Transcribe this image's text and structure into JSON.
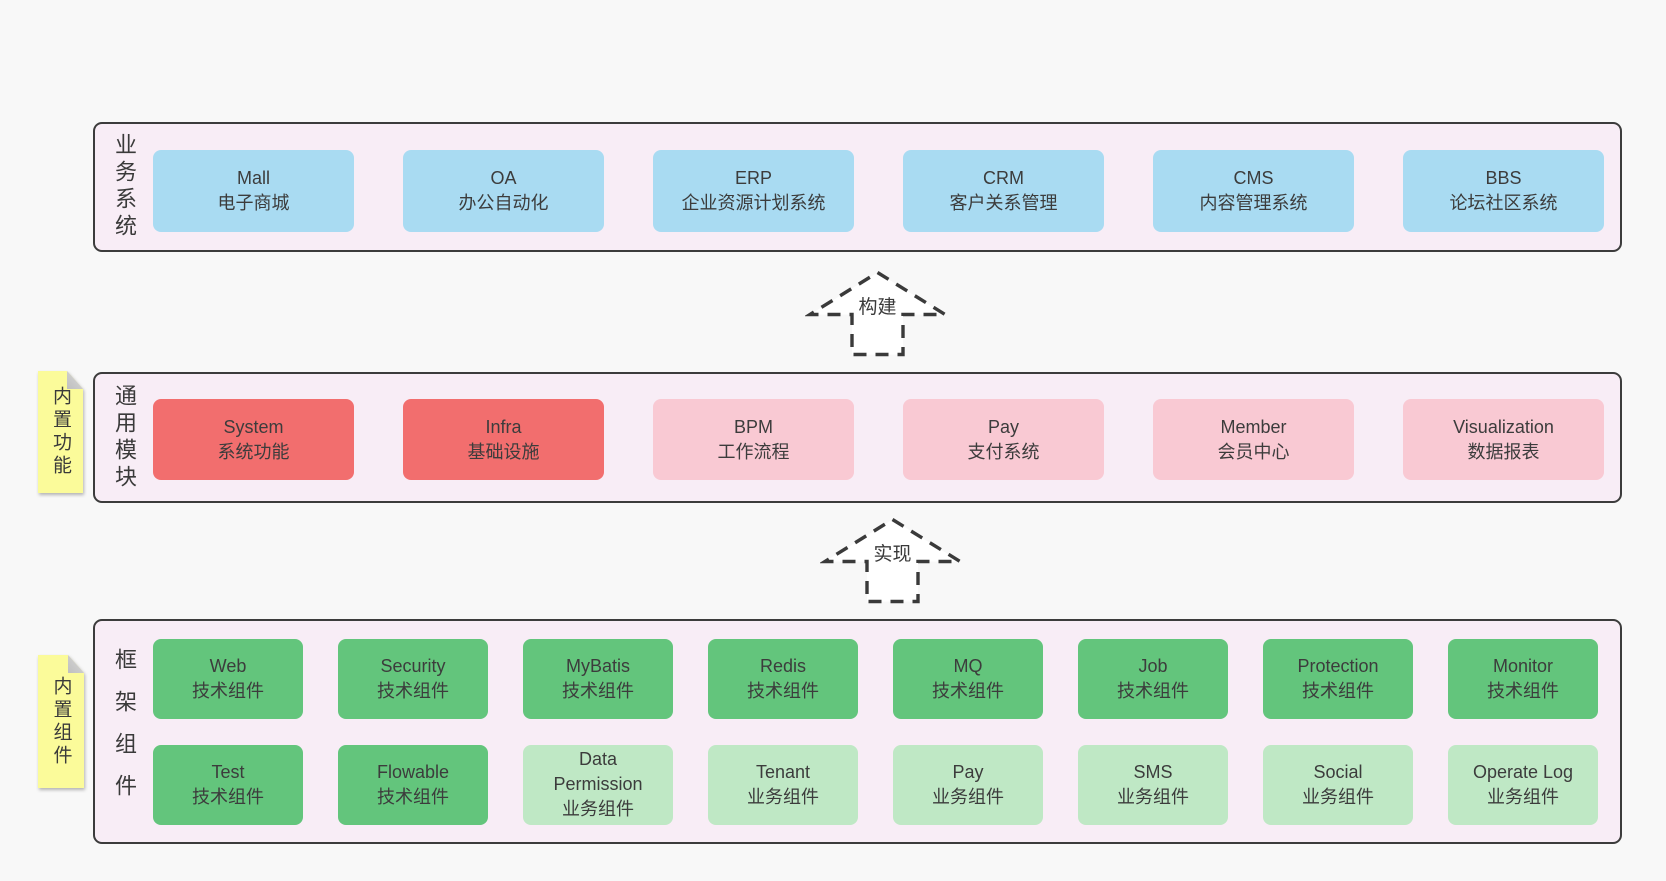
{
  "colors": {
    "page_background": "#f8f8f8",
    "panel_background": "#f8edf6",
    "panel_border": "#3c3c3c",
    "blue_box": "#a9dbf2",
    "red_box": "#f26e6e",
    "pink_box": "#f9c9d3",
    "green_dark_box": "#63c57c",
    "green_light_box": "#bfe8c5",
    "note_yellow": "#fbfb9a",
    "note_fold": "#c4c4c4",
    "text": "#3c3c3c"
  },
  "sections": {
    "business": {
      "label": "业务系统",
      "boxes": [
        {
          "en": "Mall",
          "zh": "电子商城"
        },
        {
          "en": "OA",
          "zh": "办公自动化"
        },
        {
          "en": "ERP",
          "zh": "企业资源计划系统"
        },
        {
          "en": "CRM",
          "zh": "客户关系管理"
        },
        {
          "en": "CMS",
          "zh": "内容管理系统"
        },
        {
          "en": "BBS",
          "zh": "论坛社区系统"
        }
      ]
    },
    "modules": {
      "label": "通用模块",
      "note": "内置功能",
      "boxes": [
        {
          "en": "System",
          "zh": "系统功能",
          "variant": "red"
        },
        {
          "en": "Infra",
          "zh": "基础设施",
          "variant": "red"
        },
        {
          "en": "BPM",
          "zh": "工作流程",
          "variant": "pink"
        },
        {
          "en": "Pay",
          "zh": "支付系统",
          "variant": "pink"
        },
        {
          "en": "Member",
          "zh": "会员中心",
          "variant": "pink"
        },
        {
          "en": "Visualization",
          "zh": "数据报表",
          "variant": "pink"
        }
      ]
    },
    "framework": {
      "label": "框架组件",
      "note": "内置组件",
      "rows": [
        [
          {
            "en": "Web",
            "zh": "技术组件",
            "variant": "green-dark"
          },
          {
            "en": "Security",
            "zh": "技术组件",
            "variant": "green-dark"
          },
          {
            "en": "MyBatis",
            "zh": "技术组件",
            "variant": "green-dark"
          },
          {
            "en": "Redis",
            "zh": "技术组件",
            "variant": "green-dark"
          },
          {
            "en": "MQ",
            "zh": "技术组件",
            "variant": "green-dark"
          },
          {
            "en": "Job",
            "zh": "技术组件",
            "variant": "green-dark"
          },
          {
            "en": "Protection",
            "zh": "技术组件",
            "variant": "green-dark"
          },
          {
            "en": "Monitor",
            "zh": "技术组件",
            "variant": "green-dark"
          }
        ],
        [
          {
            "en": "Test",
            "zh": "技术组件",
            "variant": "green-dark"
          },
          {
            "en": "Flowable",
            "zh": "技术组件",
            "variant": "green-dark"
          },
          {
            "en": "Data Permission",
            "zh": "业务组件",
            "variant": "green-light"
          },
          {
            "en": "Tenant",
            "zh": "业务组件",
            "variant": "green-light"
          },
          {
            "en": "Pay",
            "zh": "业务组件",
            "variant": "green-light"
          },
          {
            "en": "SMS",
            "zh": "业务组件",
            "variant": "green-light"
          },
          {
            "en": "Social",
            "zh": "业务组件",
            "variant": "green-light"
          },
          {
            "en": "Operate Log",
            "zh": "业务组件",
            "variant": "green-light"
          }
        ]
      ]
    }
  },
  "arrows": [
    {
      "label": "构建"
    },
    {
      "label": "实现"
    }
  ]
}
